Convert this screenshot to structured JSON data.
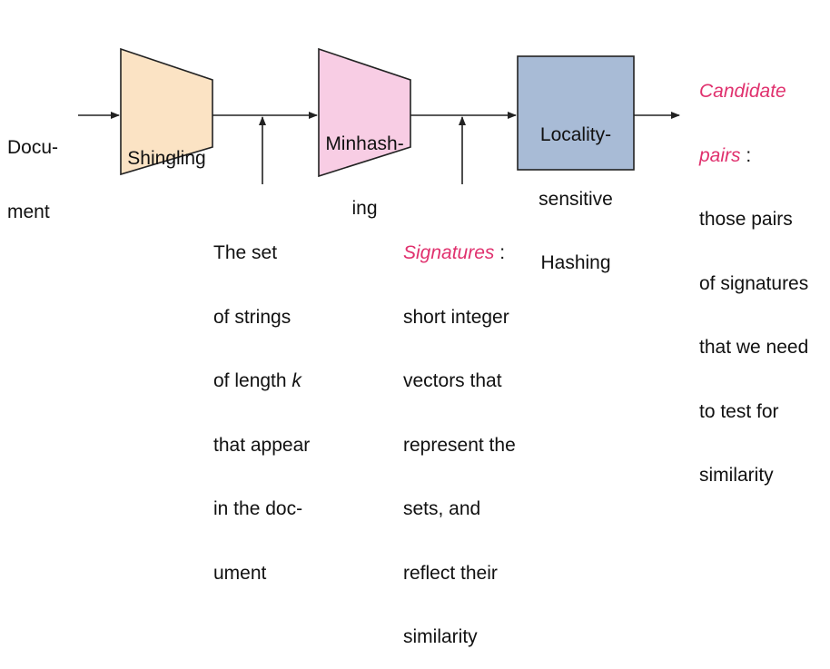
{
  "input": {
    "line1": "Docu-",
    "line2": "ment"
  },
  "stages": {
    "shingling": {
      "label": "Shingling"
    },
    "minhashing": {
      "line1": "Minhash-",
      "line2": "ing"
    },
    "lsh": {
      "line1": "Locality-",
      "line2": "sensitive",
      "line3": "Hashing"
    }
  },
  "annotations": {
    "shingles": {
      "line1": "The set",
      "line2": "of strings",
      "line3_prefix": "of length ",
      "line3_var": "k",
      "line4": "that appear",
      "line5": "in the doc-",
      "line6": "ument"
    },
    "signatures": {
      "term": "Signatures",
      "colon": " :",
      "line2": "short integer",
      "line3": "vectors that",
      "line4": "represent the",
      "line5": "sets, and",
      "line6": "reflect their",
      "line7": "similarity"
    },
    "candidates": {
      "term_line1": "Candidate",
      "term_line2": "pairs",
      "colon": " :",
      "line3": "those pairs",
      "line4": "of signatures",
      "line5": "that we need",
      "line6": "to test for",
      "line7": "similarity"
    }
  },
  "colors": {
    "shingling_fill": "#fbe3c4",
    "minhashing_fill": "#f8cde4",
    "lsh_fill": "#a8bbd6",
    "highlight_text": "#e0316e",
    "stroke": "#222222"
  }
}
